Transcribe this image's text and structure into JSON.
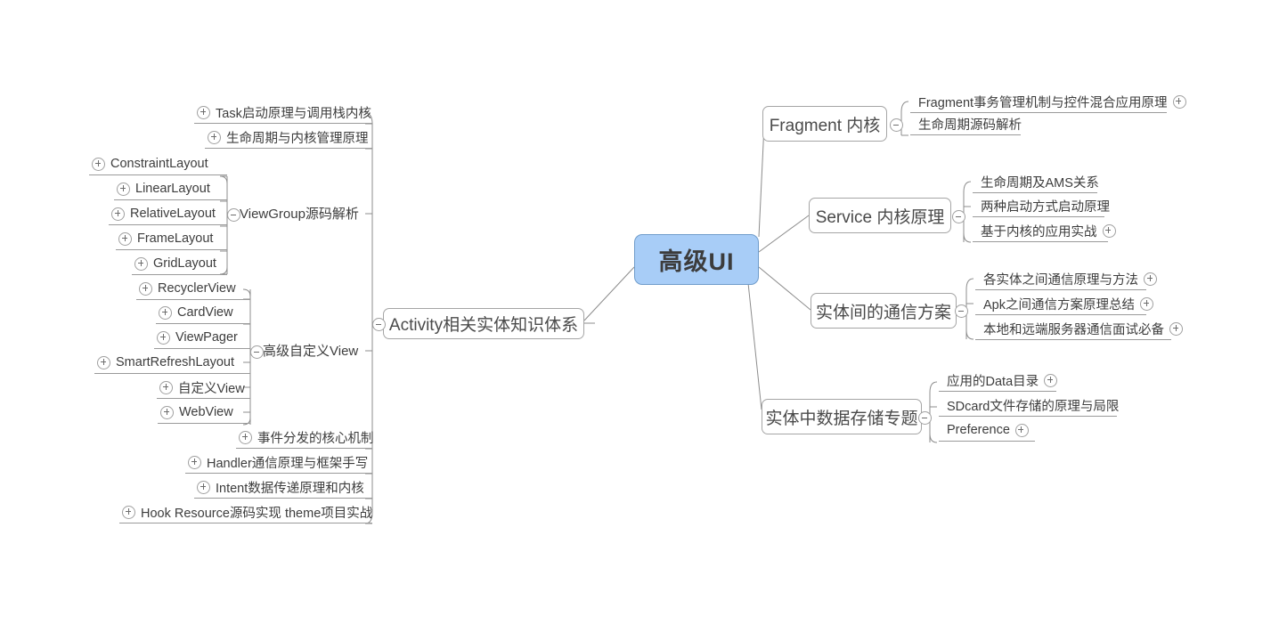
{
  "diagram": {
    "type": "mind-map",
    "title": "高级UI",
    "background_color": "#ffffff",
    "root_fill_color": "#a8cdf7",
    "root_border_color": "#6f9ccb",
    "node_border_color": "#a5a5a5",
    "connector_color": "#8c8c8c",
    "icons": {
      "expand": "plus-circle-icon",
      "collapse": "minus-circle-icon"
    }
  },
  "root": {
    "label": "高级UI"
  },
  "left_branch": {
    "label": "Activity相关实体知识体系",
    "toggle": "minus-circle-icon",
    "children": [
      {
        "label": "Task启动原理与调用栈内核",
        "icon": "plus-circle-icon"
      },
      {
        "label": "生命周期与内核管理原理",
        "icon": "plus-circle-icon"
      },
      {
        "label": "ViewGroup源码解析",
        "toggle": "minus-circle-icon",
        "children": [
          {
            "label": "ConstraintLayout",
            "icon": "plus-circle-icon"
          },
          {
            "label": "LinearLayout",
            "icon": "plus-circle-icon"
          },
          {
            "label": "RelativeLayout",
            "icon": "plus-circle-icon"
          },
          {
            "label": "FrameLayout",
            "icon": "plus-circle-icon"
          },
          {
            "label": "GridLayout",
            "icon": "plus-circle-icon"
          }
        ]
      },
      {
        "label": "高级自定义View",
        "toggle": "minus-circle-icon",
        "children": [
          {
            "label": "RecyclerView",
            "icon": "plus-circle-icon"
          },
          {
            "label": "CardView",
            "icon": "plus-circle-icon"
          },
          {
            "label": "ViewPager",
            "icon": "plus-circle-icon"
          },
          {
            "label": "SmartRefreshLayout",
            "icon": "plus-circle-icon"
          },
          {
            "label": "自定义View",
            "icon": "plus-circle-icon"
          },
          {
            "label": "WebView",
            "icon": "plus-circle-icon"
          }
        ]
      },
      {
        "label": "事件分发的核心机制",
        "icon": "plus-circle-icon"
      },
      {
        "label": "Handler通信原理与框架手写",
        "icon": "plus-circle-icon"
      },
      {
        "label": "Intent数据传递原理和内核",
        "icon": "plus-circle-icon"
      },
      {
        "label": "Hook Resource源码实现 theme项目实战",
        "icon": "plus-circle-icon"
      }
    ]
  },
  "right_branches": [
    {
      "label": "Fragment 内核",
      "toggle": "minus-circle-icon",
      "children": [
        {
          "label": "Fragment事务管理机制与控件混合应用原理",
          "icon": "plus-circle-icon"
        },
        {
          "label": "生命周期源码解析",
          "icon": ""
        }
      ]
    },
    {
      "label": "Service 内核原理",
      "toggle": "minus-circle-icon",
      "children": [
        {
          "label": "生命周期及AMS关系",
          "icon": ""
        },
        {
          "label": "两种启动方式启动原理",
          "icon": ""
        },
        {
          "label": "基于内核的应用实战",
          "icon": "plus-circle-icon"
        }
      ]
    },
    {
      "label": "实体间的通信方案",
      "toggle": "minus-circle-icon",
      "children": [
        {
          "label": "各实体之间通信原理与方法",
          "icon": "plus-circle-icon"
        },
        {
          "label": "Apk之间通信方案原理总结",
          "icon": "plus-circle-icon"
        },
        {
          "label": "本地和远端服务器通信面试必备",
          "icon": "plus-circle-icon"
        }
      ]
    },
    {
      "label": "实体中数据存储专题",
      "toggle": "minus-circle-icon",
      "children": [
        {
          "label": "应用的Data目录",
          "icon": "plus-circle-icon"
        },
        {
          "label": "SDcard文件存储的原理与局限",
          "icon": ""
        },
        {
          "label": "Preference",
          "icon": "plus-circle-icon"
        }
      ]
    }
  ]
}
